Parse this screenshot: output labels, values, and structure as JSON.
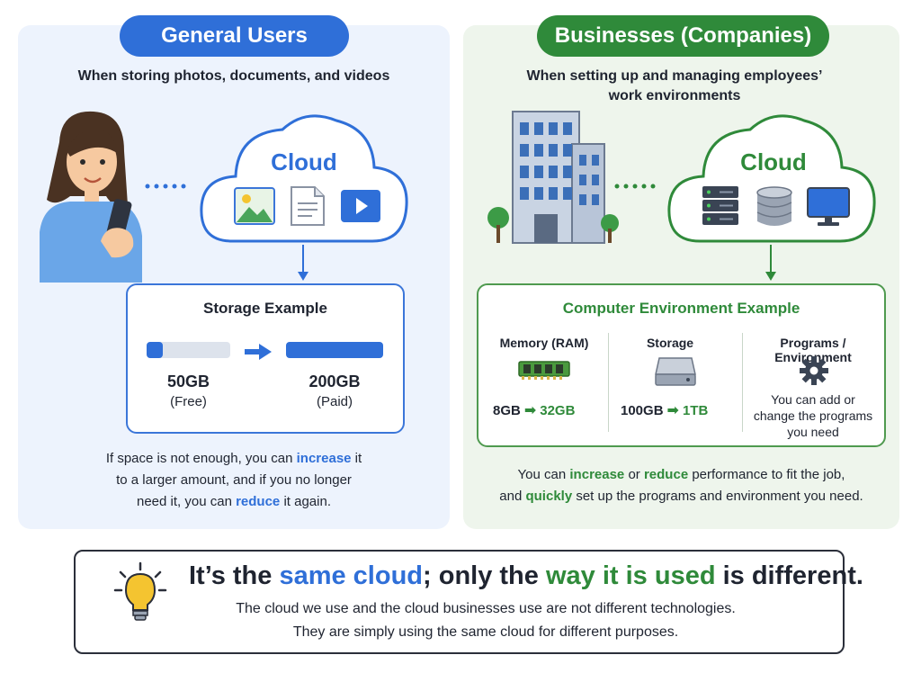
{
  "left": {
    "pill": "General Users",
    "subtitle": "When storing photos, documents, and videos",
    "cloud_label": "Cloud",
    "icons": [
      "image-icon",
      "document-icon",
      "video-icon"
    ],
    "box_title": "Storage Example",
    "from_amount": "50GB",
    "from_note": "(Free)",
    "to_amount": "200GB",
    "to_note": "(Paid)",
    "para": {
      "p1": "If space is not enough, you can ",
      "increase": "increase",
      "p2": " it",
      "p3": "to a larger amount, and if you no longer",
      "p4": "need it, you can ",
      "reduce": "reduce",
      "p5": " it again."
    }
  },
  "right": {
    "pill": "Businesses (Companies)",
    "subtitle_line1": "When setting up and managing employees’",
    "subtitle_line2": "work environments",
    "cloud_label": "Cloud",
    "icons": [
      "server-icon",
      "database-icon",
      "monitor-icon"
    ],
    "box_title": "Computer Environment Example",
    "memory": {
      "title": "Memory (RAM)",
      "from": "8GB",
      "to": "32GB"
    },
    "storage": {
      "title": "Storage",
      "from": "100GB",
      "to": "1TB"
    },
    "programs": {
      "title": "Programs / Environment",
      "line1": "You can add or",
      "line2": "change the programs",
      "line3": "you need"
    },
    "para": {
      "p1": "You can ",
      "increase": "increase",
      "p2": " or ",
      "reduce": "reduce",
      "p3": " performance to fit the job,",
      "p4": "and ",
      "quickly": "quickly",
      "p5": " set up the programs and environment you need."
    }
  },
  "bottom": {
    "h1": "It’s the ",
    "h2": "same cloud",
    "h3": "; only the ",
    "h4": "way it is used",
    "h5": " is different.",
    "line1": "The cloud we use and the cloud businesses use are not different technologies.",
    "line2": "They are simply using the same cloud for different purposes."
  },
  "colors": {
    "blue": "#2f6fd8",
    "green": "#2f8a3a",
    "yellow": "#f4c430"
  }
}
